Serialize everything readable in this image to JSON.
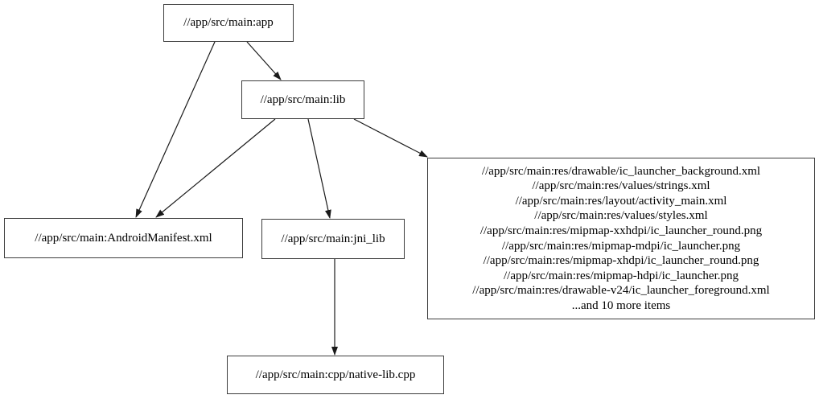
{
  "diagram": {
    "type": "dependency-graph",
    "background_color": "#ffffff",
    "node_border_color": "#3d3d3d",
    "edge_color": "#1a1a1a",
    "nodes": {
      "app": {
        "label": "//app/src/main:app"
      },
      "lib": {
        "label": "//app/src/main:lib"
      },
      "manifest": {
        "label": "//app/src/main:AndroidManifest.xml"
      },
      "jni_lib": {
        "label": "//app/src/main:jni_lib"
      },
      "native_cpp": {
        "label": "//app/src/main:cpp/native-lib.cpp"
      },
      "resources": {
        "lines": [
          "//app/src/main:res/drawable/ic_launcher_background.xml",
          "//app/src/main:res/values/strings.xml",
          "//app/src/main:res/layout/activity_main.xml",
          "//app/src/main:res/values/styles.xml",
          "//app/src/main:res/mipmap-xxhdpi/ic_launcher_round.png",
          "//app/src/main:res/mipmap-mdpi/ic_launcher.png",
          "//app/src/main:res/mipmap-xhdpi/ic_launcher_round.png",
          "//app/src/main:res/mipmap-hdpi/ic_launcher.png",
          "//app/src/main:res/drawable-v24/ic_launcher_foreground.xml",
          "...and 10 more items"
        ]
      }
    },
    "edges": [
      {
        "from": "app",
        "to": "manifest"
      },
      {
        "from": "app",
        "to": "lib"
      },
      {
        "from": "lib",
        "to": "manifest"
      },
      {
        "from": "lib",
        "to": "jni_lib"
      },
      {
        "from": "lib",
        "to": "resources"
      },
      {
        "from": "jni_lib",
        "to": "native_cpp"
      }
    ]
  }
}
